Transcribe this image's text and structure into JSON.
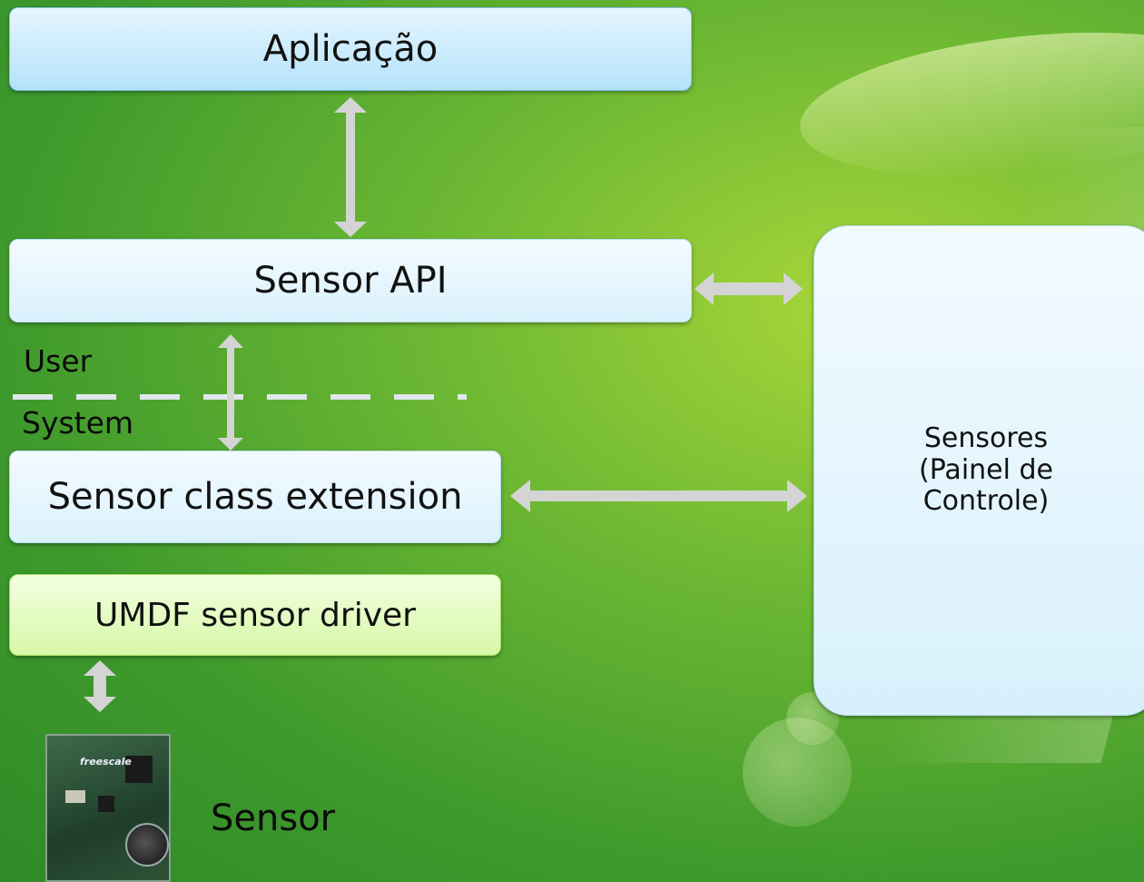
{
  "diagram": {
    "nodes": {
      "application": "Aplicação",
      "sensor_api": "Sensor API",
      "class_extension": "Sensor class extension",
      "umdf_driver": "UMDF sensor driver",
      "control_panel": "Sensores\n(Painel de\nControle)"
    },
    "labels": {
      "user": "User",
      "system": "System",
      "sensor": "Sensor"
    },
    "board_logo": "freescale"
  },
  "colors": {
    "arrow": "#d4d4d4",
    "divider": "#dfe6ec",
    "blue_box": "#b4e2fb",
    "green_box": "#d7f7a8"
  }
}
